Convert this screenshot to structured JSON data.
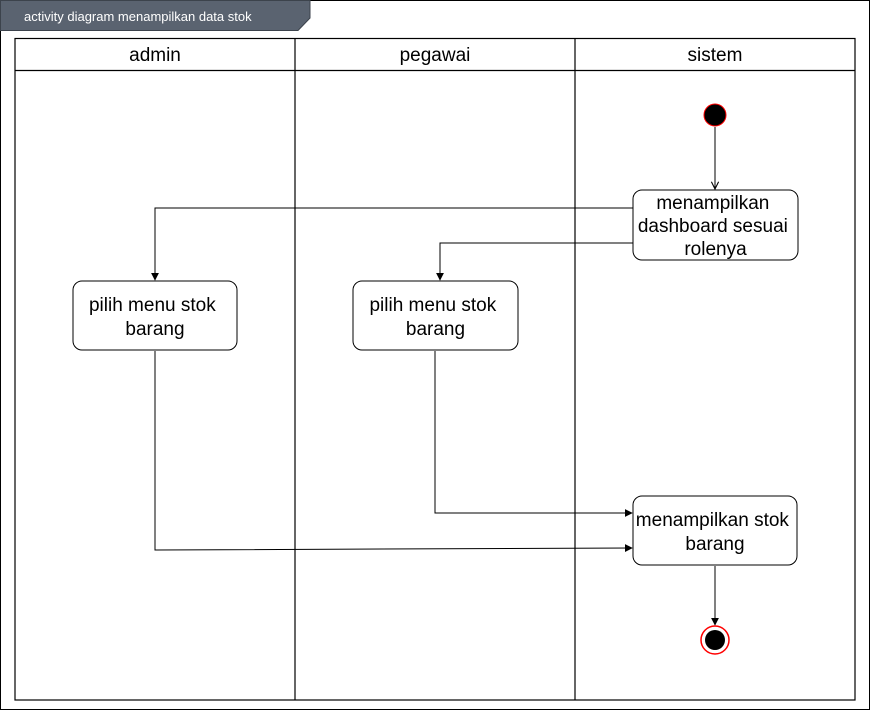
{
  "frame": {
    "title": "activity diagram menampilkan data stok",
    "title_bg": "#5a6370"
  },
  "lanes": [
    {
      "id": "admin",
      "label": "admin"
    },
    {
      "id": "pegawai",
      "label": "pegawai"
    },
    {
      "id": "sistem",
      "label": "sistem"
    }
  ],
  "nodes": {
    "dashboard": {
      "lines": [
        "menampilkan",
        "dashboard sesuai",
        "rolenya"
      ]
    },
    "admin_pick": {
      "lines": [
        "pilih menu stok",
        "barang"
      ]
    },
    "pegawai_pick": {
      "lines": [
        "pilih menu stok",
        "barang"
      ]
    },
    "show_stock": {
      "lines": [
        "menampilkan stok",
        "barang"
      ]
    }
  },
  "colors": {
    "line": "#000000",
    "start_fill": "#000000",
    "start_stroke": "#ff0000",
    "end_ring": "#ff0000"
  }
}
